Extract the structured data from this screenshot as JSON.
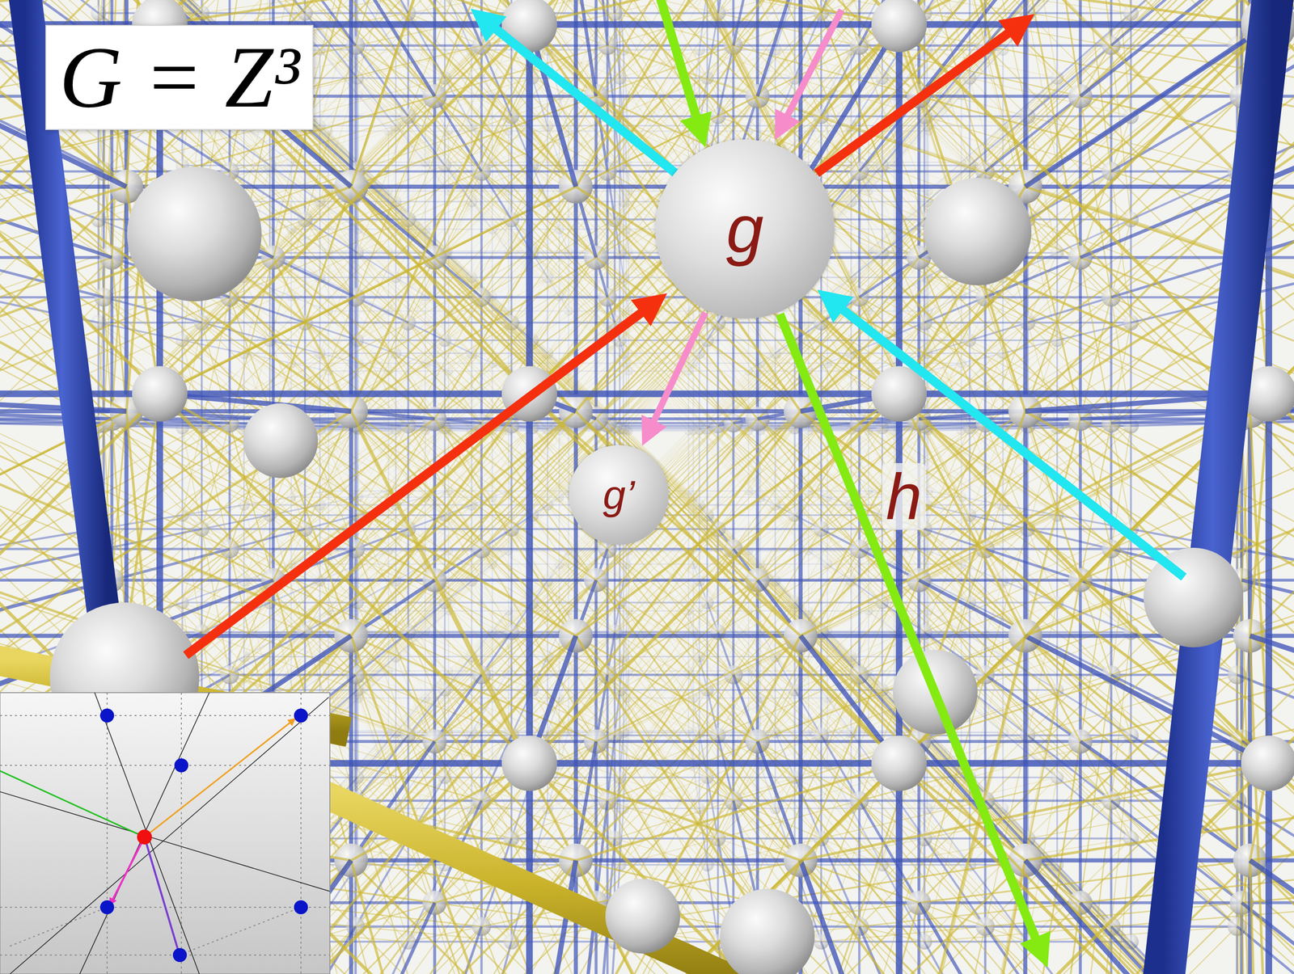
{
  "diagram": {
    "title": "G = Z³",
    "nodes": [
      {
        "text": [
          "g"
        ]
      },
      {
        "text": [
          "g’"
        ]
      }
    ],
    "edges": [
      {
        "from": 0,
        "to": 1,
        "arrow": "to"
      }
    ],
    "labels": [
      "h"
    ]
  }
}
